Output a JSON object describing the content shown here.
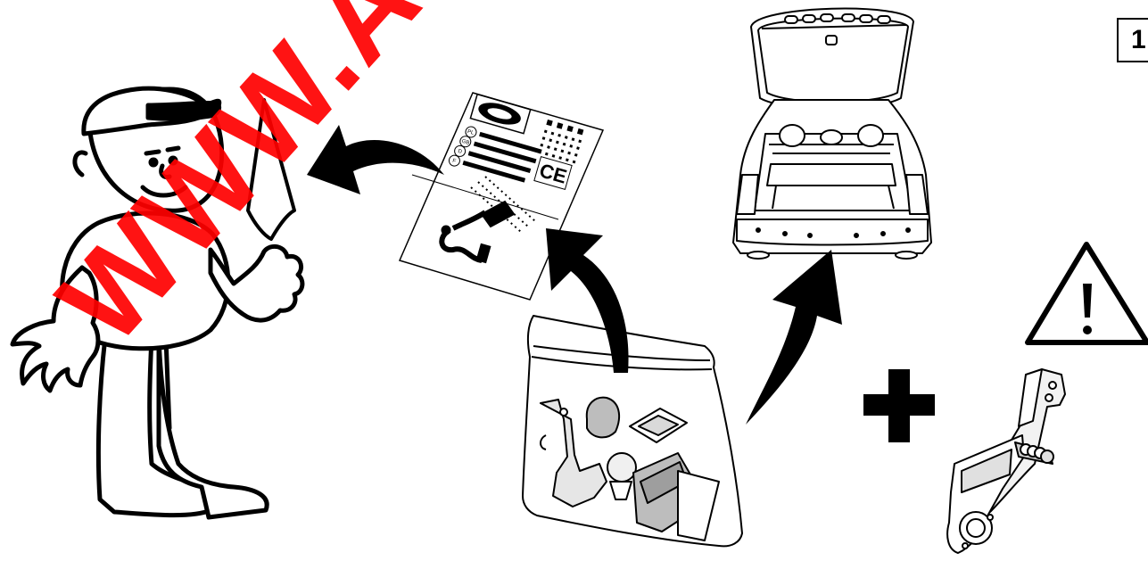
{
  "step_number": "1",
  "document": {
    "country_codes": [
      "PL",
      "GB",
      "D",
      "F"
    ],
    "ce_mark": "CE"
  },
  "watermark": "WWW.AUTO-HAK.COM"
}
